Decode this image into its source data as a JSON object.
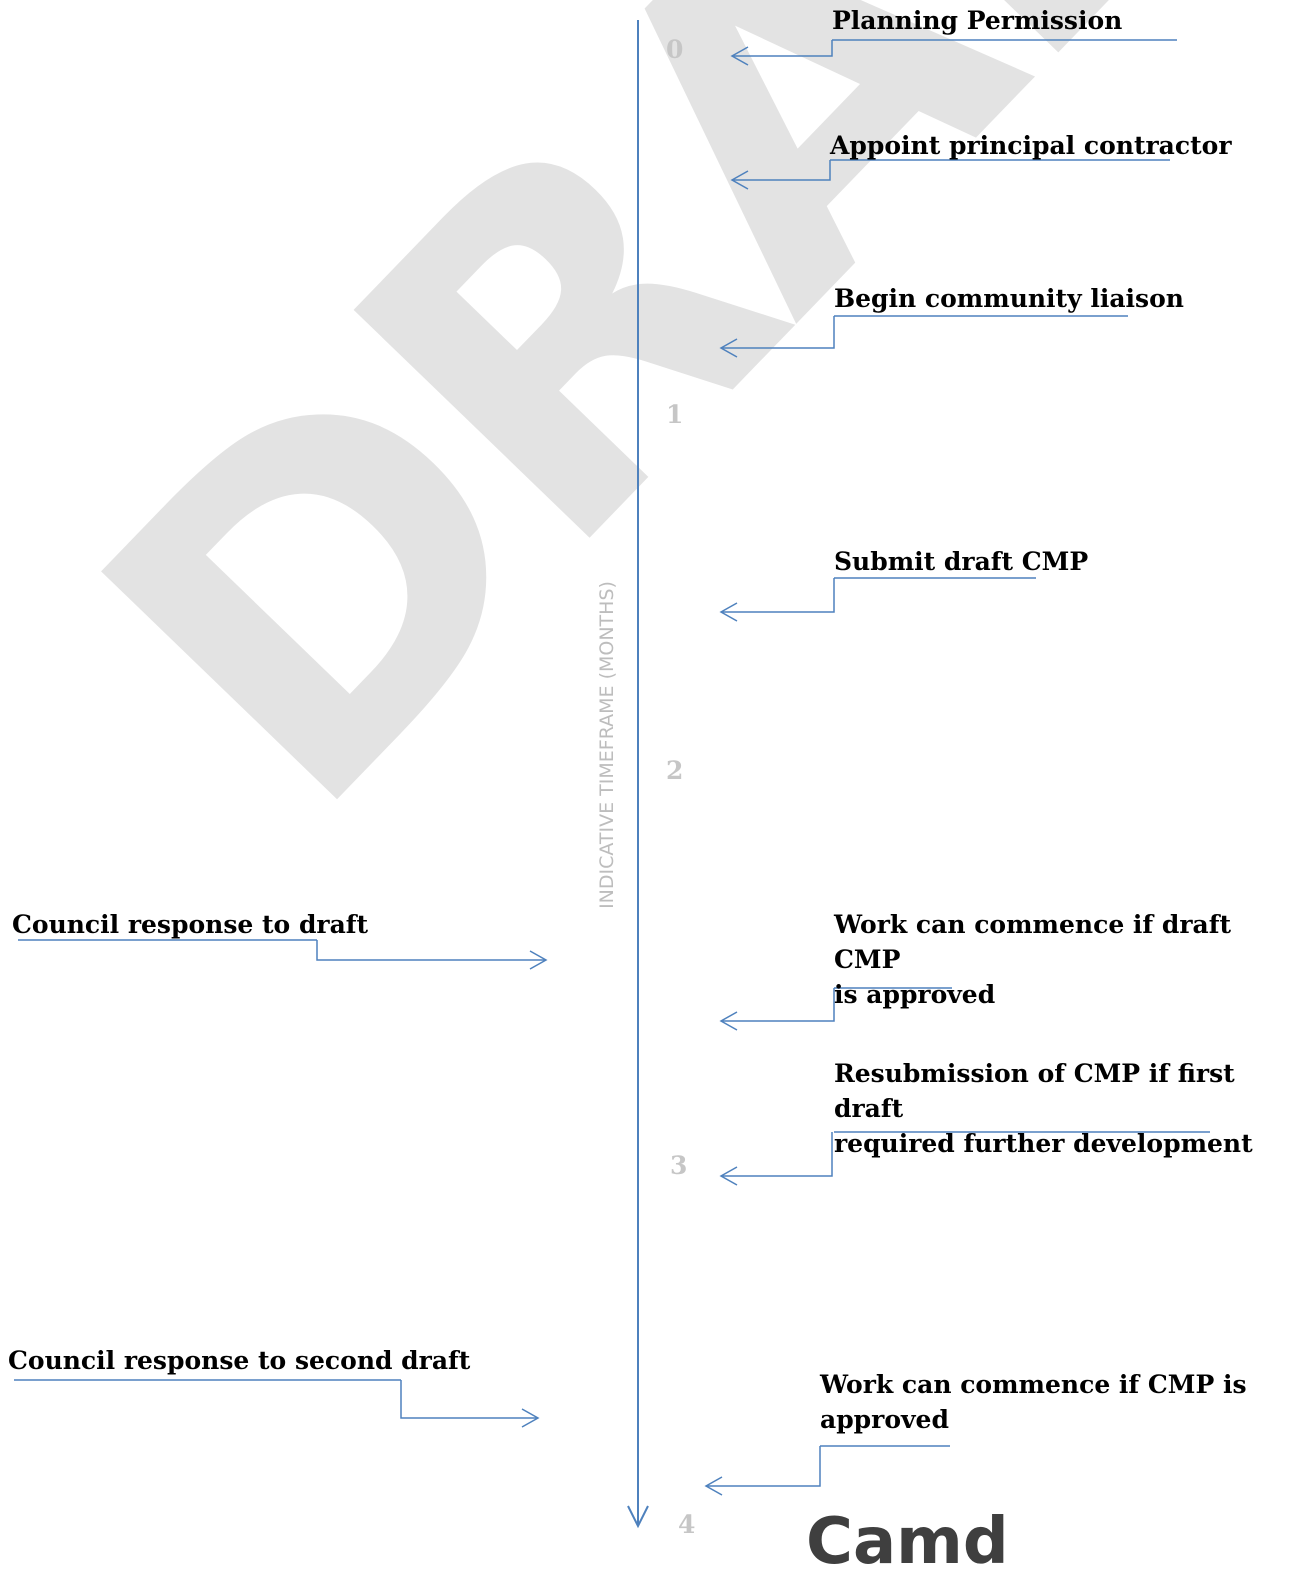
{
  "diagram": {
    "watermark": "DRAFT",
    "axis_label": "INDICATIVE TIMEFRAME (MONTHS)",
    "ticks": [
      "0",
      "1",
      "2",
      "3",
      "4"
    ],
    "milestones": [
      {
        "lines": [
          "Planning Permission"
        ]
      },
      {
        "lines": [
          "Appoint principal contractor"
        ]
      },
      {
        "lines": [
          "Begin community liaison"
        ]
      },
      {
        "lines": [
          "Submit draft CMP"
        ]
      },
      {
        "lines": [
          "Council response to draft"
        ]
      },
      {
        "lines": [
          "Work can commence if draft CMP",
          "is approved"
        ]
      },
      {
        "lines": [
          "Resubmission of CMP if first draft",
          "required further development"
        ]
      },
      {
        "lines": [
          "Council response to second draft"
        ]
      },
      {
        "lines": [
          "Work can commence if CMP is",
          "approved"
        ]
      }
    ],
    "logo_text": "Camd",
    "colors": {
      "line": "#4e81bd",
      "tick": "#c6c6c6",
      "watermark": "#e3e3e3",
      "text": "#000000"
    }
  }
}
